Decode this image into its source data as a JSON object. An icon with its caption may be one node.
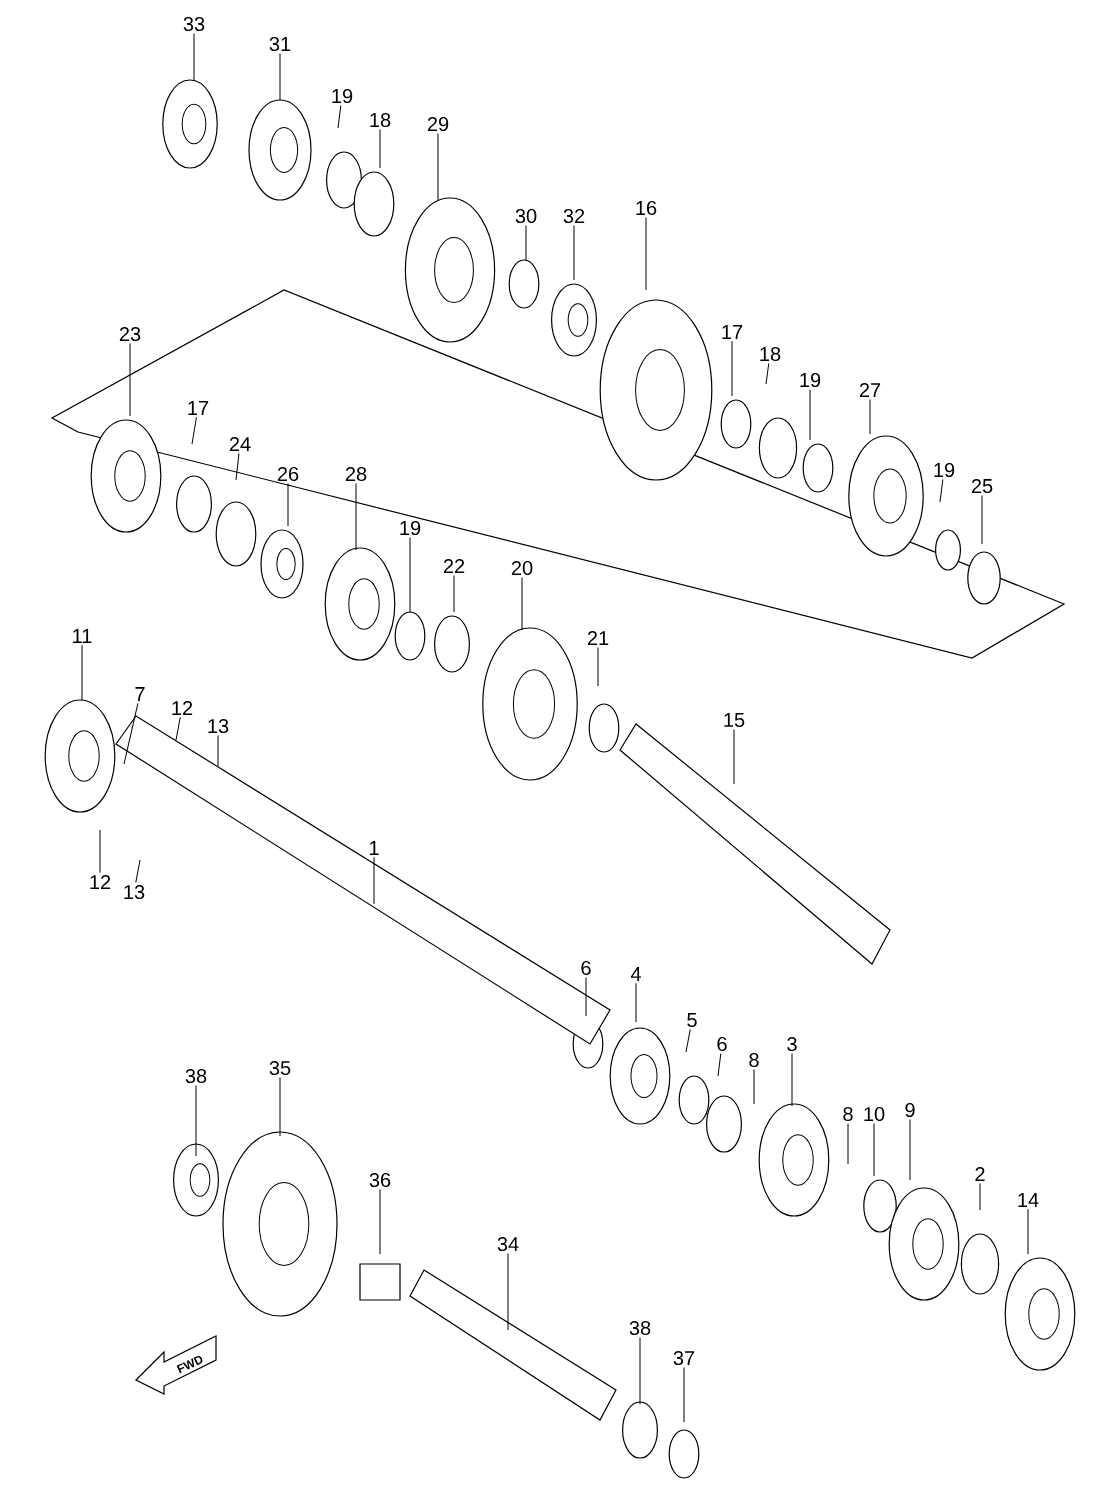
{
  "diagram": {
    "nodes": [
      {
        "text": [
          "33"
        ]
      },
      {
        "text": [
          "31"
        ]
      },
      {
        "text": [
          "19"
        ]
      },
      {
        "text": [
          "18"
        ]
      },
      {
        "text": [
          "29"
        ]
      },
      {
        "text": [
          "30"
        ]
      },
      {
        "text": [
          "32"
        ]
      },
      {
        "text": [
          "16"
        ]
      },
      {
        "text": [
          "23"
        ]
      },
      {
        "text": [
          "17"
        ]
      },
      {
        "text": [
          "24"
        ]
      },
      {
        "text": [
          "26"
        ]
      },
      {
        "text": [
          "28"
        ]
      },
      {
        "text": [
          "19"
        ]
      },
      {
        "text": [
          "22"
        ]
      },
      {
        "text": [
          "20"
        ]
      },
      {
        "text": [
          "21"
        ]
      },
      {
        "text": [
          "17"
        ]
      },
      {
        "text": [
          "18"
        ]
      },
      {
        "text": [
          "19"
        ]
      },
      {
        "text": [
          "27"
        ]
      },
      {
        "text": [
          "19"
        ]
      },
      {
        "text": [
          "25"
        ]
      },
      {
        "text": [
          "11"
        ]
      },
      {
        "text": [
          "7"
        ]
      },
      {
        "text": [
          "12"
        ]
      },
      {
        "text": [
          "13"
        ]
      },
      {
        "text": [
          "12"
        ]
      },
      {
        "text": [
          "13"
        ]
      },
      {
        "text": [
          "15"
        ]
      },
      {
        "text": [
          "1"
        ]
      },
      {
        "text": [
          "6"
        ]
      },
      {
        "text": [
          "4"
        ]
      },
      {
        "text": [
          "5"
        ]
      },
      {
        "text": [
          "6"
        ]
      },
      {
        "text": [
          "8"
        ]
      },
      {
        "text": [
          "3"
        ]
      },
      {
        "text": [
          "8"
        ]
      },
      {
        "text": [
          "10"
        ]
      },
      {
        "text": [
          "9"
        ]
      },
      {
        "text": [
          "2"
        ]
      },
      {
        "text": [
          "14"
        ]
      },
      {
        "text": [
          "38"
        ]
      },
      {
        "text": [
          "35"
        ]
      },
      {
        "text": [
          "36"
        ]
      },
      {
        "text": [
          "34"
        ]
      },
      {
        "text": [
          "38"
        ]
      },
      {
        "text": [
          "37"
        ]
      }
    ],
    "edges": [
      {
        "from": 0,
        "to": null,
        "arrow": "none"
      },
      {
        "from": 1,
        "to": null,
        "arrow": "none"
      },
      {
        "from": 2,
        "to": null,
        "arrow": "none"
      },
      {
        "from": 3,
        "to": null,
        "arrow": "none"
      },
      {
        "from": 4,
        "to": null,
        "arrow": "none"
      },
      {
        "from": 5,
        "to": null,
        "arrow": "none"
      },
      {
        "from": 6,
        "to": null,
        "arrow": "none"
      },
      {
        "from": 7,
        "to": null,
        "arrow": "none"
      },
      {
        "from": 8,
        "to": null,
        "arrow": "none"
      },
      {
        "from": 9,
        "to": null,
        "arrow": "none"
      },
      {
        "from": 10,
        "to": null,
        "arrow": "none"
      },
      {
        "from": 11,
        "to": null,
        "arrow": "none"
      },
      {
        "from": 12,
        "to": null,
        "arrow": "none"
      },
      {
        "from": 13,
        "to": null,
        "arrow": "none"
      },
      {
        "from": 14,
        "to": null,
        "arrow": "none"
      },
      {
        "from": 15,
        "to": null,
        "arrow": "none"
      },
      {
        "from": 16,
        "to": null,
        "arrow": "none"
      },
      {
        "from": 17,
        "to": null,
        "arrow": "none"
      },
      {
        "from": 18,
        "to": null,
        "arrow": "none"
      },
      {
        "from": 19,
        "to": null,
        "arrow": "none"
      },
      {
        "from": 20,
        "to": null,
        "arrow": "none"
      },
      {
        "from": 21,
        "to": null,
        "arrow": "none"
      },
      {
        "from": 22,
        "to": null,
        "arrow": "none"
      },
      {
        "from": 23,
        "to": null,
        "arrow": "none"
      },
      {
        "from": 24,
        "to": null,
        "arrow": "none"
      },
      {
        "from": 25,
        "to": null,
        "arrow": "none"
      },
      {
        "from": 26,
        "to": null,
        "arrow": "none"
      },
      {
        "from": 27,
        "to": null,
        "arrow": "none"
      },
      {
        "from": 28,
        "to": null,
        "arrow": "none"
      },
      {
        "from": 29,
        "to": null,
        "arrow": "none"
      },
      {
        "from": 30,
        "to": null,
        "arrow": "none"
      },
      {
        "from": 31,
        "to": null,
        "arrow": "none"
      },
      {
        "from": 32,
        "to": null,
        "arrow": "none"
      },
      {
        "from": 33,
        "to": null,
        "arrow": "none"
      },
      {
        "from": 34,
        "to": null,
        "arrow": "none"
      },
      {
        "from": 35,
        "to": null,
        "arrow": "none"
      },
      {
        "from": 36,
        "to": null,
        "arrow": "none"
      },
      {
        "from": 37,
        "to": null,
        "arrow": "none"
      },
      {
        "from": 38,
        "to": null,
        "arrow": "none"
      },
      {
        "from": 39,
        "to": null,
        "arrow": "none"
      },
      {
        "from": 40,
        "to": null,
        "arrow": "none"
      },
      {
        "from": 41,
        "to": null,
        "arrow": "none"
      },
      {
        "from": 42,
        "to": null,
        "arrow": "none"
      },
      {
        "from": 43,
        "to": null,
        "arrow": "none"
      },
      {
        "from": 44,
        "to": null,
        "arrow": "none"
      },
      {
        "from": 45,
        "to": null,
        "arrow": "none"
      },
      {
        "from": 46,
        "to": null,
        "arrow": "none"
      },
      {
        "from": 47,
        "to": null,
        "arrow": "none"
      }
    ],
    "labels": [
      "FWD"
    ]
  }
}
